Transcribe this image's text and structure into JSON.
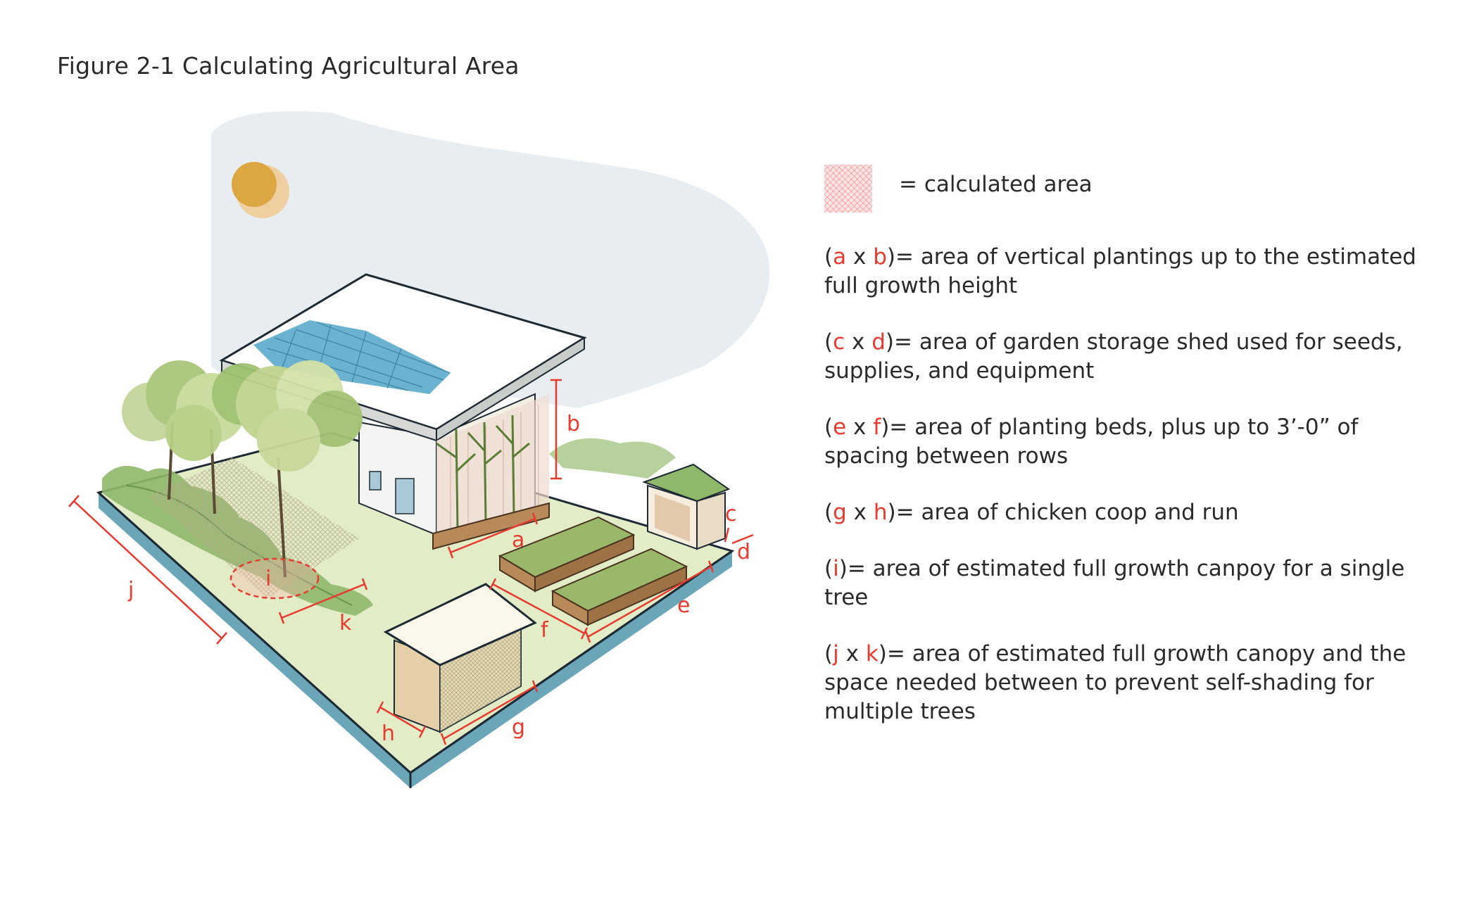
{
  "title": "Figure 2-1 Calculating Agricultural Area",
  "legend": {
    "label": "= calculated area"
  },
  "definitions": [
    {
      "var1": "a",
      "sep": "x",
      "var2": "b",
      "text": "= area of vertical plantings up to the estimated full growth height"
    },
    {
      "var1": "c",
      "sep": "x",
      "var2": "d",
      "text": "= area of garden storage shed used for seeds, supplies, and equipment"
    },
    {
      "var1": "e",
      "sep": "x",
      "var2": "f",
      "text": "= area of planting beds, plus up to 3’-0” of spacing between rows"
    },
    {
      "var1": "g",
      "sep": "x",
      "var2": "h",
      "text": "= area of chicken coop and run"
    },
    {
      "var1": "i",
      "sep": "",
      "var2": "",
      "text": "= area of estimated full growth canpoy for a single tree"
    },
    {
      "var1": "j",
      "sep": "x",
      "var2": "k",
      "text": "= area of estimated full growth canopy and the space needed between to prevent self-shading for multiple trees"
    }
  ],
  "dimension_labels": {
    "a": "a",
    "b": "b",
    "c": "c",
    "d": "d",
    "e": "e",
    "f": "f",
    "g": "g",
    "h": "h",
    "i": "i",
    "j": "j",
    "k": "k"
  },
  "colors": {
    "accent": "#e63b2e",
    "sky": "#e6ecef",
    "sun": "#dca743",
    "ground": "#e2ecc7",
    "roof_panel": "#4fa6c8",
    "wood": "#b88a5a"
  }
}
